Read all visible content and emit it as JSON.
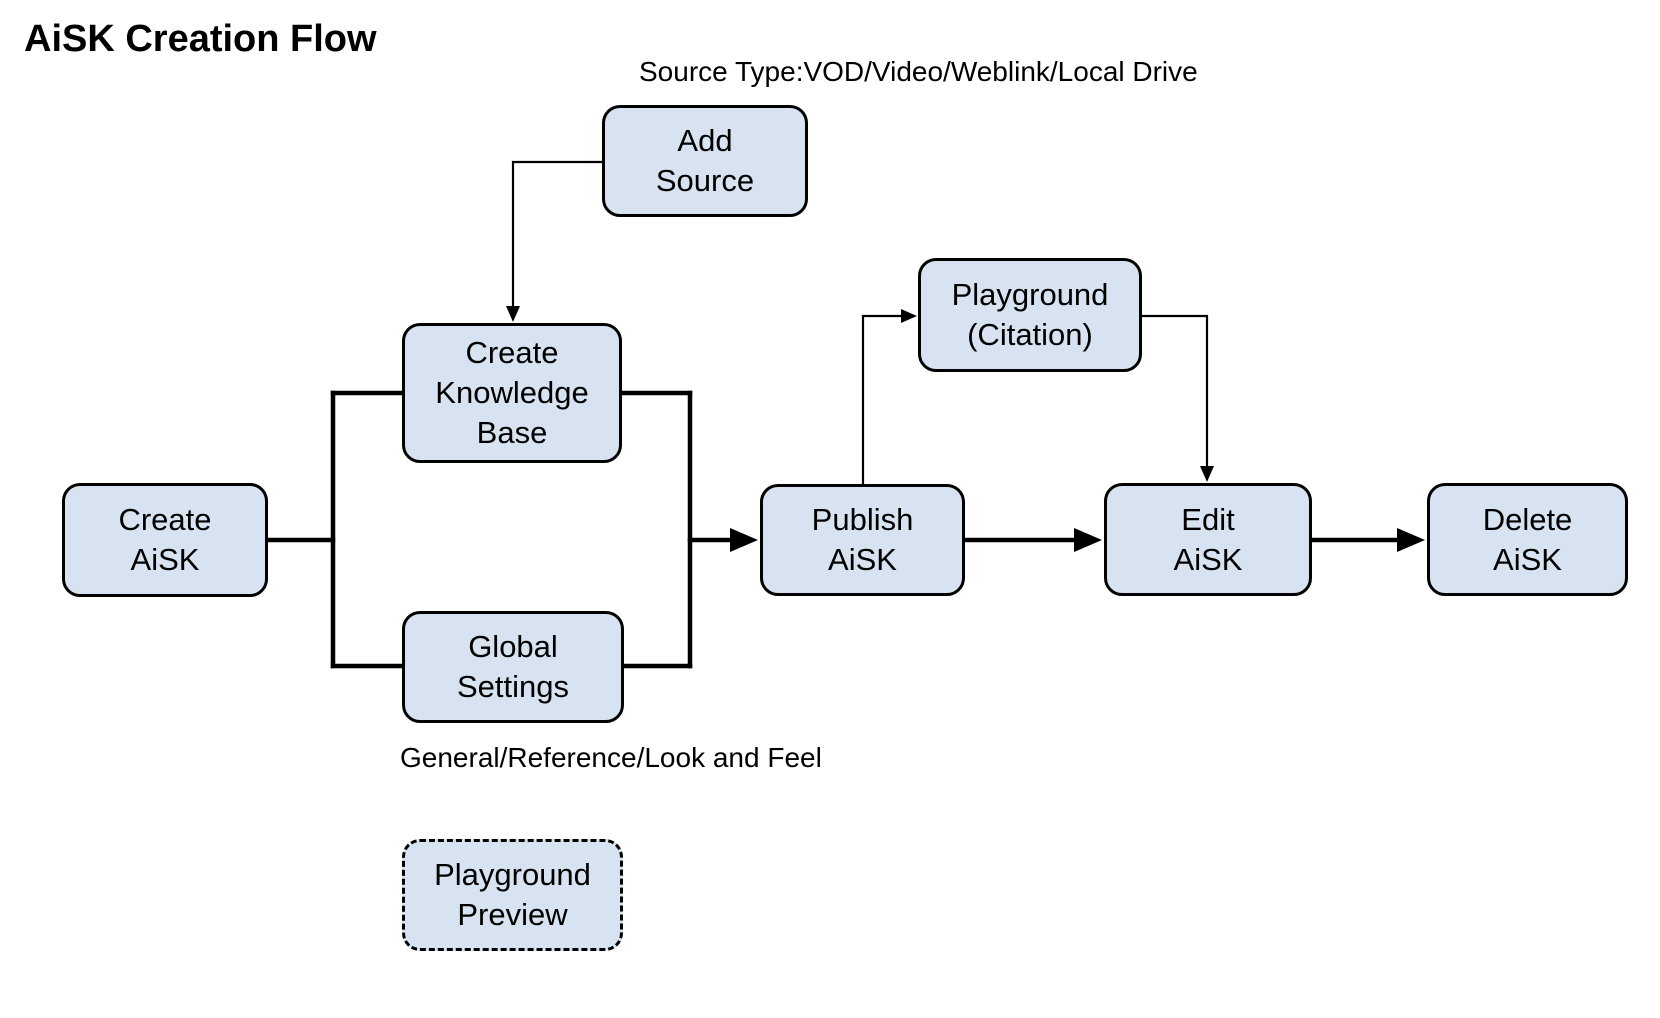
{
  "title": "AiSK Creation Flow",
  "annotations": {
    "source_type": "Source Type:VOD/Video/Weblink/Local Drive",
    "global_settings_detail": "General/Reference/Look and Feel"
  },
  "nodes": {
    "add_source": {
      "label": "Add\nSource"
    },
    "create_knowledge_base": {
      "label": "Create\nKnowledge\nBase"
    },
    "create_aisk": {
      "label": "Create\nAiSK"
    },
    "global_settings": {
      "label": "Global\nSettings"
    },
    "publish_aisk": {
      "label": "Publish\nAiSK"
    },
    "playground_citation": {
      "label": "Playground\n(Citation)"
    },
    "edit_aisk": {
      "label": "Edit\nAiSK"
    },
    "delete_aisk": {
      "label": "Delete\nAiSK"
    },
    "playground_preview": {
      "label": "Playground\nPreview"
    }
  },
  "edges": [
    {
      "from": "add_source",
      "to": "create_knowledge_base",
      "style": "thin"
    },
    {
      "from": "create_aisk",
      "to": "create_knowledge_base",
      "style": "thick"
    },
    {
      "from": "create_aisk",
      "to": "global_settings",
      "style": "thick"
    },
    {
      "from": "create_knowledge_base",
      "to": "publish_aisk",
      "style": "thick"
    },
    {
      "from": "global_settings",
      "to": "publish_aisk",
      "style": "thick"
    },
    {
      "from": "publish_aisk",
      "to": "playground_citation",
      "style": "thin"
    },
    {
      "from": "playground_citation",
      "to": "edit_aisk",
      "style": "thin"
    },
    {
      "from": "publish_aisk",
      "to": "edit_aisk",
      "style": "thick"
    },
    {
      "from": "edit_aisk",
      "to": "delete_aisk",
      "style": "thick"
    }
  ],
  "colors": {
    "node_fill": "#d7e3f0",
    "node_border": "#000000",
    "connector": "#000000",
    "background": "#ffffff",
    "text": "#000000"
  }
}
